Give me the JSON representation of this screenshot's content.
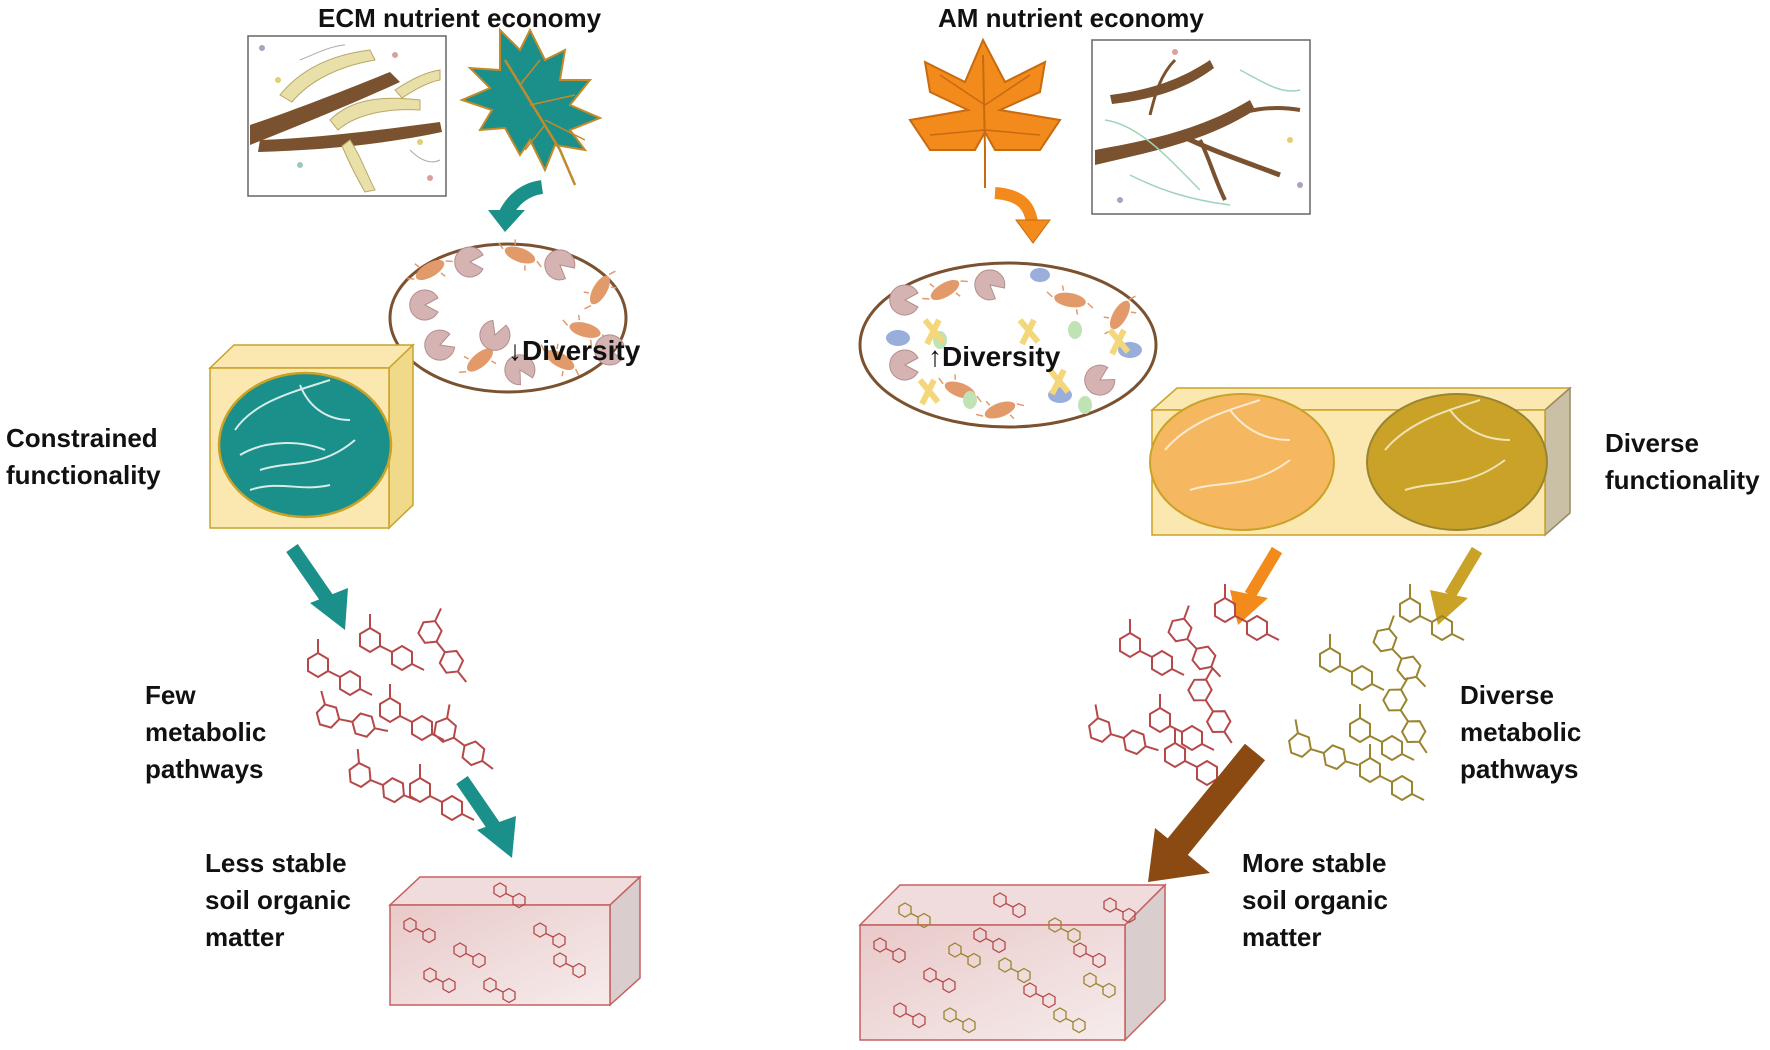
{
  "left": {
    "title": "ECM nutrient economy",
    "diversity": "Diversity",
    "diversity_arrow": "↓",
    "functionality_line1": "Constrained",
    "functionality_line2": "functionality",
    "pathways_line1": "Few",
    "pathways_line2": "metabolic",
    "pathways_line3": "pathways",
    "som_line1": "Less stable",
    "som_line2": "soil organic",
    "som_line3": "matter",
    "leaf_icon": "oak-leaf-icon",
    "accent_color": "#1b8f89"
  },
  "right": {
    "title": "AM nutrient economy",
    "diversity": "Diversity",
    "diversity_arrow": "↑",
    "functionality_line1": "Diverse",
    "functionality_line2": "functionality",
    "pathways_line1": "Diverse",
    "pathways_line2": "metabolic",
    "pathways_line3": "pathways",
    "som_line1": "More stable",
    "som_line2": "soil organic",
    "som_line3": "matter",
    "leaf_icon": "tulip-leaf-icon",
    "accent_color": "#f28a1c",
    "secondary_color": "#c9a227"
  },
  "colors": {
    "root": "#7a5230",
    "mycorrhiza": "#e9dfa8",
    "box_fill": "#fbe8b0",
    "soil_block": "#e8cfcf",
    "molecule_red": "#b5494a",
    "molecule_olive": "#9a8430",
    "big_arrow": "#8a4a12"
  }
}
